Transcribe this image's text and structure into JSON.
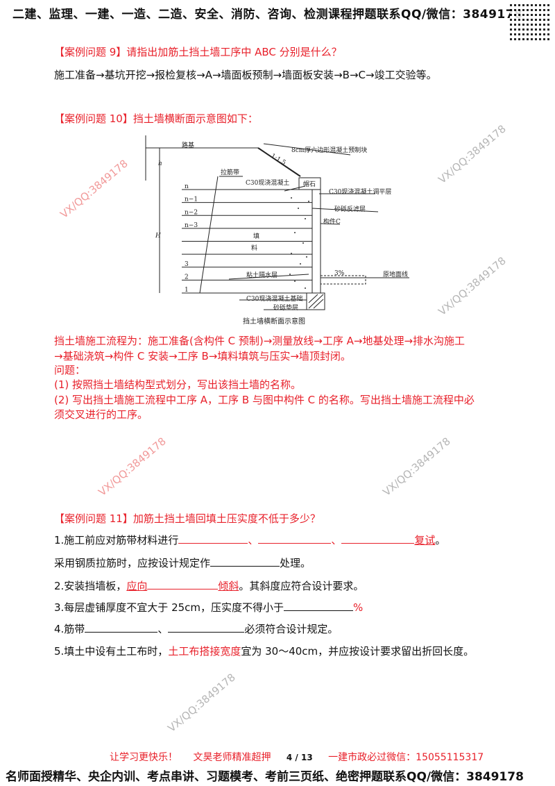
{
  "header": {
    "text": "二建、监理、一建、一造、二造、安全、消防、咨询、检测课程押题联系QQ/微信：3849178",
    "qr_icon": "qr-code"
  },
  "q9": {
    "title": "【案例问题 9】请指出加筋土挡土墙工序中 ABC 分别是什么？",
    "flow": "施工准备→基坑开挖→报检复核→A→墙面板预制→墙面板安装→B→C→竣工交验等。"
  },
  "q10": {
    "title": "【案例问题 10】挡土墙横断面示意图如下：",
    "diagram": {
      "caption": "挡土墙横断面示意图",
      "labels": {
        "roadbed": "路基",
        "slope": "1:1.5",
        "hex_block": "8cm厚六边形混凝土预制块",
        "strap": "拉筋带",
        "c30_cast": "C30现浇混凝土",
        "cap_stone": "帽石",
        "leveling": "C30现浇混凝土调平层",
        "filter": "砂砾反滤层",
        "component_c": "构件C",
        "fill1": "填",
        "fill2": "料",
        "clay": "粘土隔水层",
        "grade": "3%",
        "ground_line": "原地面线",
        "foundation": "C30现浇混凝土基础",
        "cushion": "砂砾垫层",
        "h": "h",
        "H": "H"
      },
      "layers": [
        "n",
        "n−1",
        "n−2",
        "n−3",
        "",
        "",
        "3",
        "2",
        "1"
      ]
    },
    "process_line1": "挡土墙施工流程为：施工准备(含构件 C 预制)→测量放线→工序 A→地基处理→排水沟施工",
    "process_line2": "→基础浇筑→构件 C 安装→工序 B→填料填筑与压实→墙顶封闭。",
    "questions_label": "问题：",
    "question1": "(1) 按照挡土墙结构型式划分，写出该挡土墙的名称。",
    "question2a": "(2) 写出挡土墙施工流程中工序 A，工序 B 与图中构件 C 的名称。写出挡土墙施工流程中必",
    "question2b": "须交叉进行的工序。"
  },
  "q11": {
    "title": "【案例问题 11】加筋土挡土墙回填土压实度不低于多少？",
    "item1_pre": "1.施工前应对筋带材料进行",
    "item1_sep": "、",
    "item1_red": "复试",
    "item1_end": "。",
    "item1b_pre": "采用钢质拉筋时，应按设计规定作",
    "item1b_post": "处理。",
    "item2_pre": "2.安装挡墙板，",
    "item2_red1": "应向",
    "item2_red2": "倾斜",
    "item2_post": "。其斜度应符合设计要求。",
    "item3_pre": "3.每层虚铺厚度不宜大于 25cm，压实度不得小于",
    "item3_red": "%",
    "item4_pre": "4.筋带",
    "item4_sep": "、",
    "item4_post": "必须符合设计规定。",
    "item5_pre": "5.填土中设有土工布时，",
    "item5_red": "土工布搭接宽度",
    "item5_post": "宜为 30～40cm，并应按设计要求留出折回长度。"
  },
  "watermark": "VX/QQ:3849178",
  "footer": {
    "slogan": "让学习更快乐！",
    "teacher": "文昊老师精准超押",
    "page": "4 / 13",
    "contact": "一建市政必过微信：15055115317",
    "bottom": "名师面授精华、央企内训、考点串讲、习题模考、考前三页纸、绝密押题联系QQ/微信：3849178"
  },
  "colors": {
    "accent_red": "#e8202a"
  }
}
